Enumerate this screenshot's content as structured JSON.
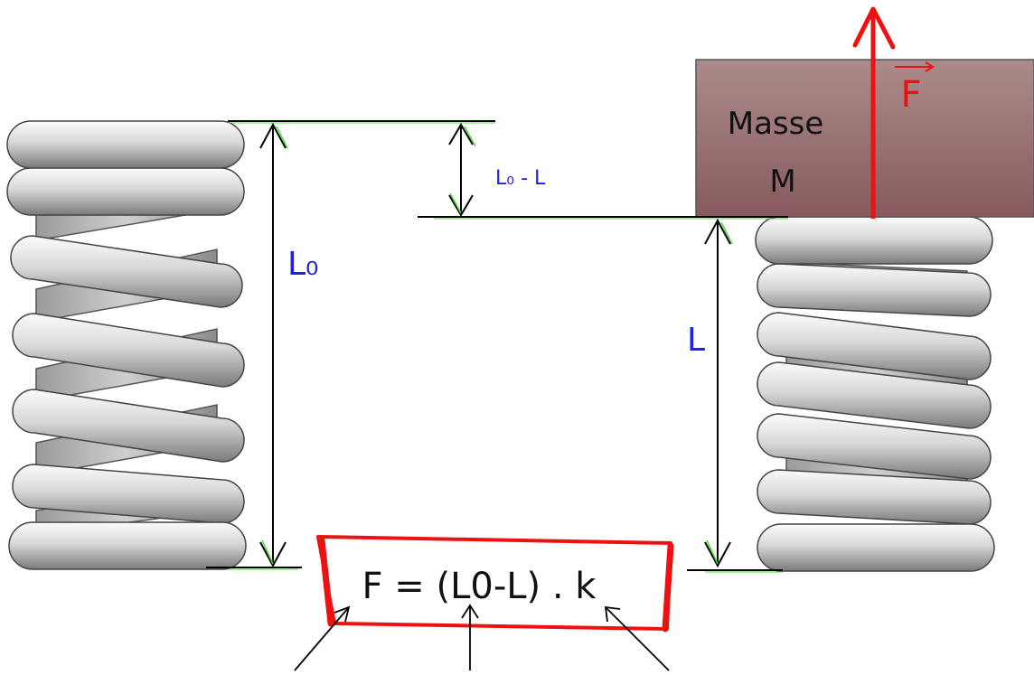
{
  "labels": {
    "l0": "L₀",
    "l0_minus_l": "L₀ - L",
    "l": "L",
    "mass_line1": "Masse",
    "mass_line2": "M",
    "force": "F",
    "formula": "F = (L0-L) . k"
  },
  "colors": {
    "dimension_line": "#000000",
    "tick_green": "#4ddc3a",
    "label_blue": "#1f1fe8",
    "force_red": "#ee1111",
    "mass_fill_top": "#a98888",
    "mass_fill_bottom": "#8a5b5f",
    "coil_light": "#f2f2f2",
    "coil_dark": "#6f6f6f"
  }
}
